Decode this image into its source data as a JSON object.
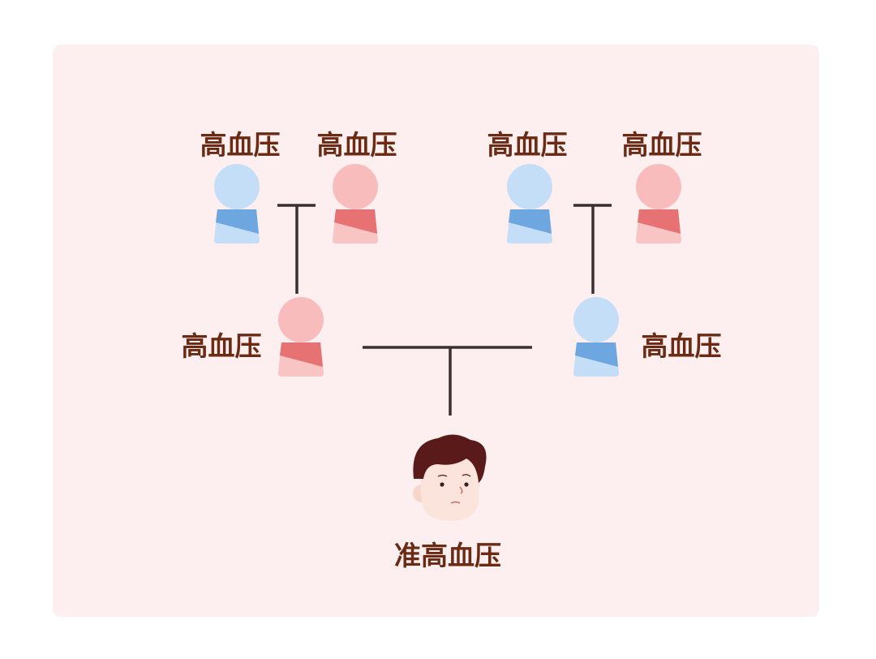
{
  "diagram": {
    "grandparents_paternal": [
      {
        "label": "高血压",
        "sex": "male"
      },
      {
        "label": "高血压",
        "sex": "female"
      }
    ],
    "grandparents_maternal": [
      {
        "label": "高血压",
        "sex": "male"
      },
      {
        "label": "高血压",
        "sex": "female"
      }
    ],
    "parents": [
      {
        "label": "高血压",
        "sex": "female"
      },
      {
        "label": "高血压",
        "sex": "male"
      }
    ],
    "child": {
      "label": "准高血压"
    },
    "colors": {
      "male_head": "#c4def8",
      "male_band": "#6ea6e0",
      "female_head": "#f8bcbc",
      "female_band": "#e67274",
      "text": "#6a2a14",
      "line": "#3a3030",
      "background": "#fdefef"
    }
  }
}
